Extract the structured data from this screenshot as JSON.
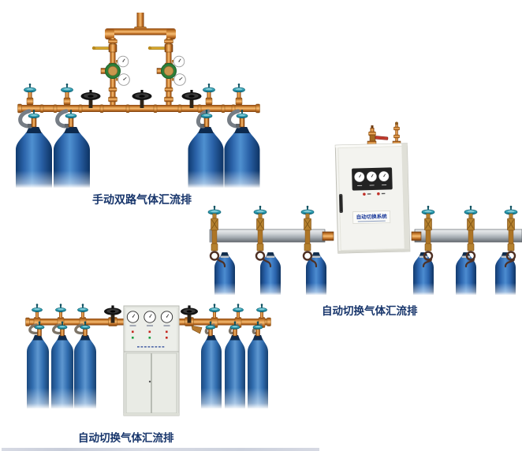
{
  "page": {
    "background_color": "#ffffff"
  },
  "products": [
    {
      "name": "manual-dual-row-gas-manifold",
      "caption": "手动双路气体汇流排",
      "cylinders": 4
    },
    {
      "name": "auto-switch-gas-manifold-wall-cabinet",
      "caption": "自动切换气体汇流排",
      "cylinders": 6,
      "cabinet_label": "自动切换系统",
      "cabinet_gauges": 3
    },
    {
      "name": "auto-switch-gas-manifold-floor-cabinet",
      "caption": "自动切换气体汇流排",
      "cylinders": 6,
      "cabinet_gauges": 3
    }
  ],
  "colors": {
    "caption_text": "#17356b",
    "pipe_brass": "#c97e2f",
    "pipe_silver": "#9aa1a7",
    "cylinder_blue": "#2a62a8",
    "valve_teal": "#2d9fb4",
    "handwheel_black": "#141414",
    "regulator_green": "#2c7f38",
    "cabinet_white": "#f3f3ef",
    "indicator_red": "#c4271f",
    "indicator_green": "#1c9e44",
    "hose_gray": "#767d85",
    "pigtail_brown": "#4e3024"
  }
}
